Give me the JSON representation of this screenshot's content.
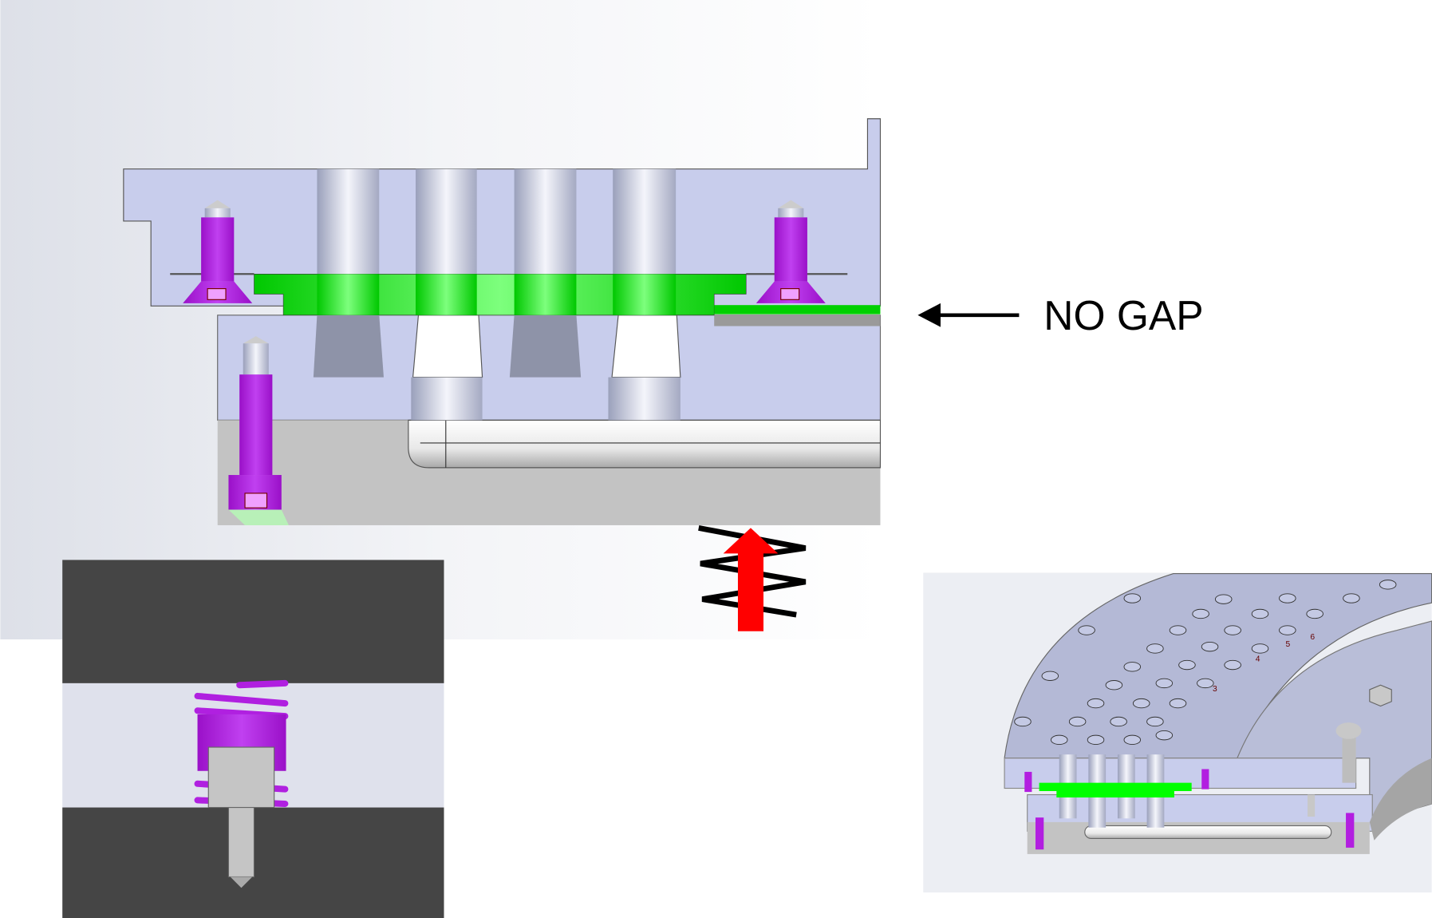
{
  "annotation": {
    "text": "NO GAP",
    "arrow": "left-arrow"
  },
  "part_numbers": [
    "3",
    "4",
    "5",
    "6"
  ],
  "colors": {
    "plate": "#c8cdec",
    "insert_plate": "#00ff00",
    "screws": "#b21ee0",
    "base_block": "#c3c3c3",
    "force_arrow": "#ff0000",
    "inset_background": "#454545"
  },
  "views": [
    "section-view",
    "spring-detail-inset",
    "isometric-section-view"
  ]
}
